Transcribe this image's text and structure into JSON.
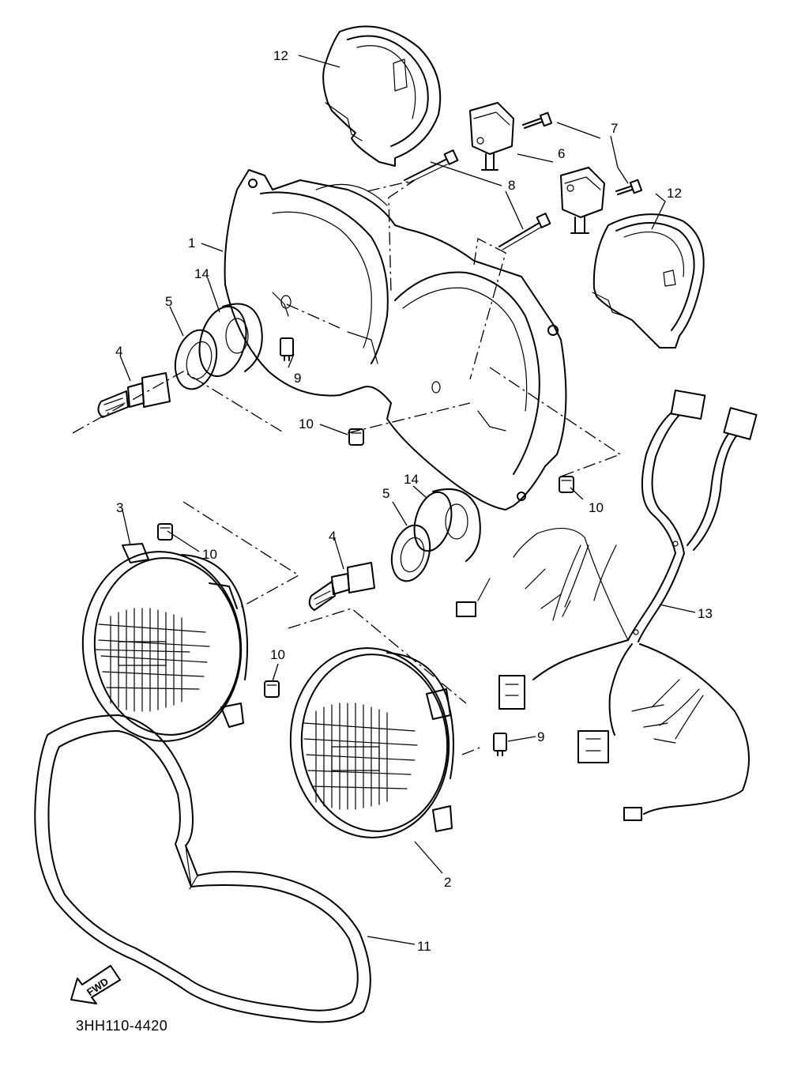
{
  "diagram": {
    "code": "3HH110-4420",
    "fwd_label": "FWD",
    "callouts": {
      "c1": "1",
      "c2": "2",
      "c3": "3",
      "c4a": "4",
      "c4b": "4",
      "c5a": "5",
      "c5b": "5",
      "c6": "6",
      "c7": "7",
      "c8": "8",
      "c9a": "9",
      "c9b": "9",
      "c10a": "10",
      "c10b": "10",
      "c10c": "10",
      "c10d": "10",
      "c11": "11",
      "c12a": "12",
      "c12b": "12",
      "c13": "13",
      "c14a": "14",
      "c14b": "14"
    }
  }
}
